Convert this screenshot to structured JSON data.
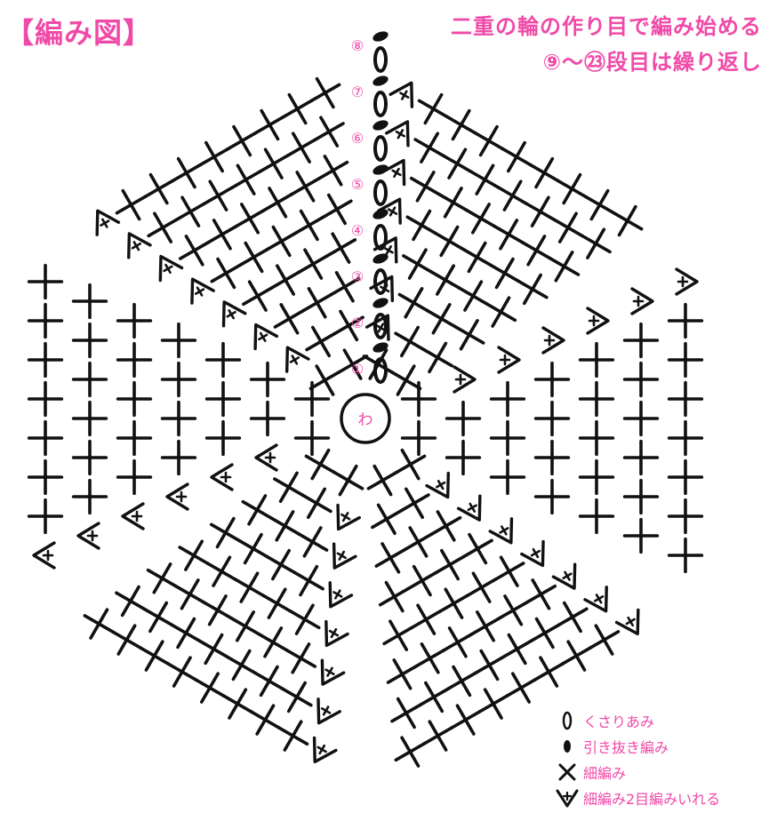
{
  "diagram": {
    "title": "【編み図】",
    "note_line1": "二重の輪の作り目で編み始める",
    "note_line2": "⑨〜㉓段目は繰り返し",
    "center_label": "わ",
    "round_labels": [
      "①",
      "②",
      "③",
      "④",
      "⑤",
      "⑥",
      "⑦",
      "⑧"
    ],
    "accent_color": "#f04aa8",
    "stitch_color": "#111111"
  },
  "legend": {
    "items": [
      {
        "symbol": "chain-stitch-icon",
        "label": "くさりあみ"
      },
      {
        "symbol": "slip-stitch-icon",
        "label": "引き抜き編み"
      },
      {
        "symbol": "single-crochet-icon",
        "label": "細編み"
      },
      {
        "symbol": "increase-icon",
        "label": "細編み2目編みいれる"
      }
    ]
  }
}
